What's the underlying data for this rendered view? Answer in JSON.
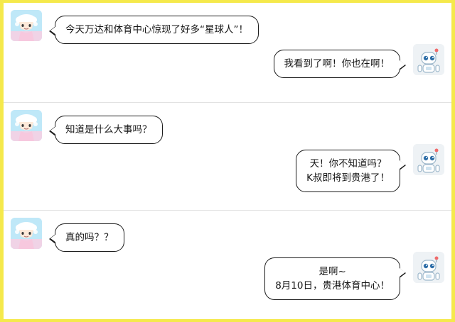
{
  "frame": {
    "border_color": "#f5e94b",
    "divider_color": "#e2e2e2",
    "background": "#ffffff"
  },
  "avatars": {
    "user_left_name": "girl-avatar",
    "user_right_name": "robot-avatar"
  },
  "conversation": {
    "blocks": [
      {
        "messages": [
          {
            "side": "left",
            "avatar": "girl-avatar",
            "text": "今天万达和体育中心惊现了好多“星球人”！"
          },
          {
            "side": "right",
            "avatar": "robot-avatar",
            "text": "我看到了啊！你也在啊！"
          }
        ]
      },
      {
        "messages": [
          {
            "side": "left",
            "avatar": "girl-avatar",
            "text": "知道是什么大事吗？"
          },
          {
            "side": "right",
            "avatar": "robot-avatar",
            "text": "天！你不知道吗？\nK叔即将到贵港了！"
          }
        ]
      },
      {
        "messages": [
          {
            "side": "left",
            "avatar": "girl-avatar",
            "text": "真的吗？？"
          },
          {
            "side": "right",
            "avatar": "robot-avatar",
            "text": "是啊~\n8月10日，贵港体育中心！"
          }
        ]
      }
    ]
  }
}
